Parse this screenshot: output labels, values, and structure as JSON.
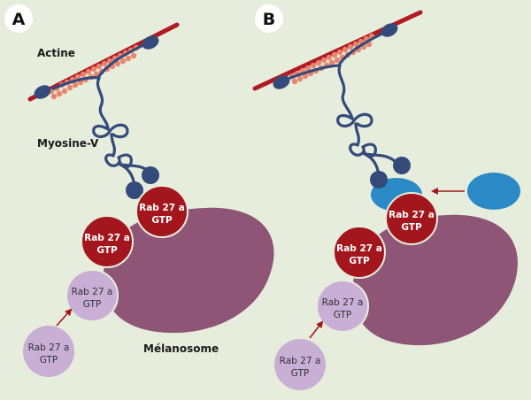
{
  "panels": {
    "a": {
      "letter": "A"
    },
    "b": {
      "letter": "B"
    }
  },
  "labels": {
    "actine": "Actine",
    "myosin": "Myosine-V",
    "melanosome": "Mélanosome"
  },
  "rab": {
    "line1": "Rab 27 a",
    "line2": "GTP"
  },
  "colors": {
    "background": "#e6eddc",
    "actin_filament": "#b01a22",
    "actin_subunits": "#e8846e",
    "myosin": "#344a7a",
    "melanosome": "#8e5577",
    "rab_active": "#a3161d",
    "rab_inactive": "#c9aed6",
    "effector": "#2b8ac6",
    "arrow": "#a3161d"
  }
}
